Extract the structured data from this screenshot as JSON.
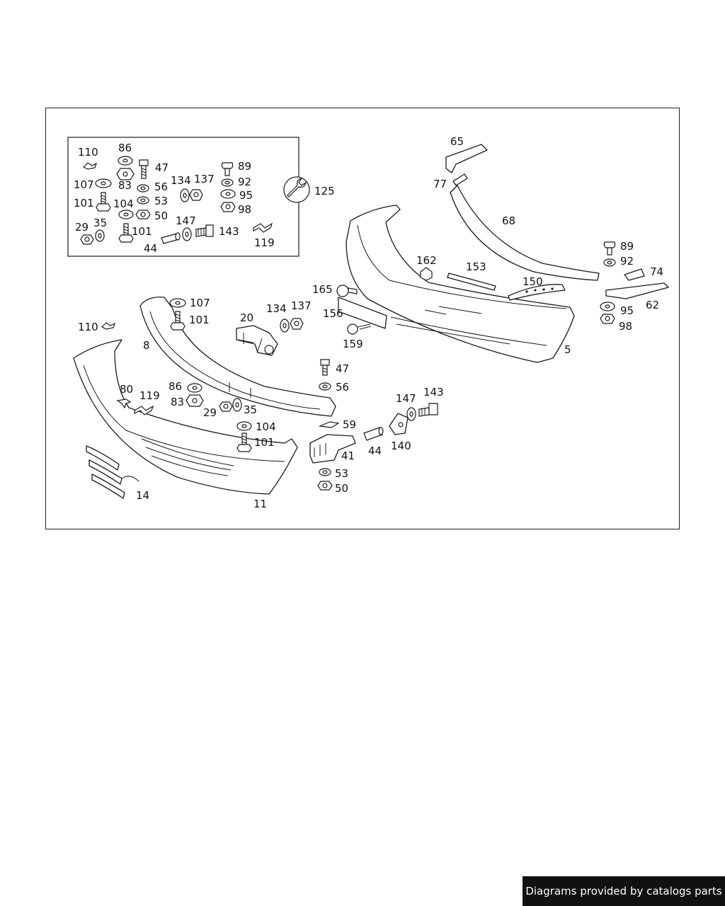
{
  "labels": {
    "l110a": "110",
    "l86a": "86",
    "l47a": "47",
    "l107a": "107",
    "l83a": "83",
    "l56a": "56",
    "l134a": "134",
    "l137a": "137",
    "l89a": "89",
    "l92a": "92",
    "l95a": "95",
    "l98a": "98",
    "l101a": "101",
    "l104a": "104",
    "l53a": "53",
    "l50a": "50",
    "l29a": "29",
    "l35a": "35",
    "l101b": "101",
    "l147a": "147",
    "l143a": "143",
    "l44a": "44",
    "l119a": "119",
    "l125": "125",
    "l65": "65",
    "l77": "77",
    "l68": "68",
    "l89b": "89",
    "l92b": "92",
    "l74": "74",
    "l62": "62",
    "l95b": "95",
    "l98b": "98",
    "l162": "162",
    "l153": "153",
    "l150": "150",
    "l5": "5",
    "l165": "165",
    "l156": "156",
    "l159": "159",
    "l20": "20",
    "l134b": "134",
    "l137b": "137",
    "l107b": "107",
    "l101c": "101",
    "l110b": "110",
    "l8": "8",
    "l47b": "47",
    "l56b": "56",
    "l80": "80",
    "l119b": "119",
    "l86b": "86",
    "l83b": "83",
    "l29b": "29",
    "l35b": "35",
    "l104b": "104",
    "l101d": "101",
    "l59": "59",
    "l147b": "147",
    "l143b": "143",
    "l44b": "44",
    "l140": "140",
    "l41": "41",
    "l53b": "53",
    "l50b": "50",
    "l14": "14",
    "l11": "11"
  },
  "footer": {
    "credit": "Diagrams provided by catalogs parts"
  }
}
